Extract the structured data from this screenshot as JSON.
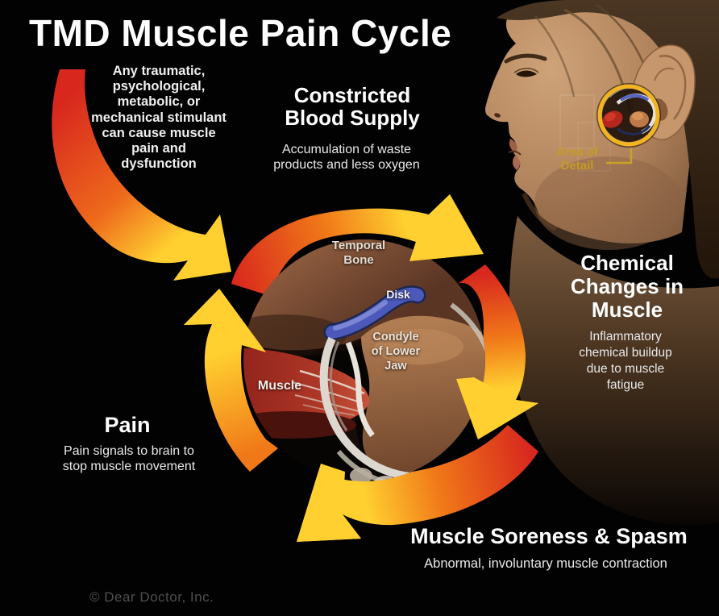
{
  "title": "TMD Muscle Pain Cycle",
  "copyright": "© Dear Doctor, Inc.",
  "detail_label": {
    "lines": [
      "Area of",
      "Detail"
    ]
  },
  "steps": {
    "stimulant": {
      "lines": [
        "Any traumatic,",
        "psychological,",
        "metabolic, or",
        "mechanical stimulant",
        "can cause muscle",
        "pain and",
        "dysfunction"
      ]
    },
    "constricted_blood_supply": {
      "heading_lines": [
        "Constricted",
        "Blood Supply"
      ],
      "body_lines": [
        "Accumulation of waste",
        "products and less oxygen"
      ]
    },
    "chemical_changes": {
      "heading_lines": [
        "Chemical",
        "Changes in",
        "Muscle"
      ],
      "body_lines": [
        "Inflammatory",
        "chemical buildup",
        "due to muscle",
        "fatigue"
      ]
    },
    "muscle_soreness": {
      "heading_lines": [
        "Muscle Soreness & Spasm"
      ],
      "body_lines": [
        "Abnormal, involuntary muscle contraction"
      ]
    },
    "pain": {
      "heading_lines": [
        "Pain"
      ],
      "body_lines": [
        "Pain signals to brain to",
        "stop muscle movement"
      ]
    }
  },
  "anatomy_labels": {
    "temporal_bone_lines": [
      "Temporal",
      "Bone"
    ],
    "disk": "Disk",
    "condyle_lines": [
      "Condyle",
      "of Lower",
      "Jaw"
    ],
    "muscle": "Muscle"
  },
  "colors": {
    "background": "#000000",
    "arrow_red": "#d8281e",
    "arrow_orange": "#f5821f",
    "arrow_yellow": "#ffd030",
    "detail_gold": "#c79b25",
    "highlight_ring": "#f2b521",
    "text": "#ffffff",
    "copyright_gray": "#4f4f4f"
  }
}
